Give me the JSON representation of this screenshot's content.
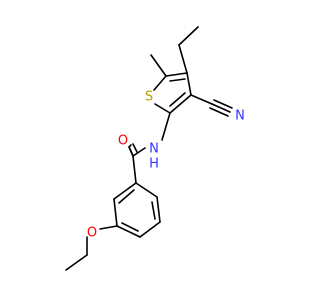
{
  "molecule": {
    "atoms": {
      "sulfur": {
        "symbol": "S",
        "color": "#b8a000"
      },
      "amide_nitrogen": {
        "symbol": "N",
        "color": "#3333ff"
      },
      "amide_hydrogen": {
        "symbol": "H",
        "color": "#3333ff"
      },
      "nitrile_nitrogen": {
        "symbol": "N",
        "color": "#3333ff"
      },
      "carbonyl_oxygen": {
        "symbol": "O",
        "color": "#ff0000"
      },
      "ether_oxygen": {
        "symbol": "O",
        "color": "#ff0000"
      }
    },
    "bond_color": "#000000"
  }
}
